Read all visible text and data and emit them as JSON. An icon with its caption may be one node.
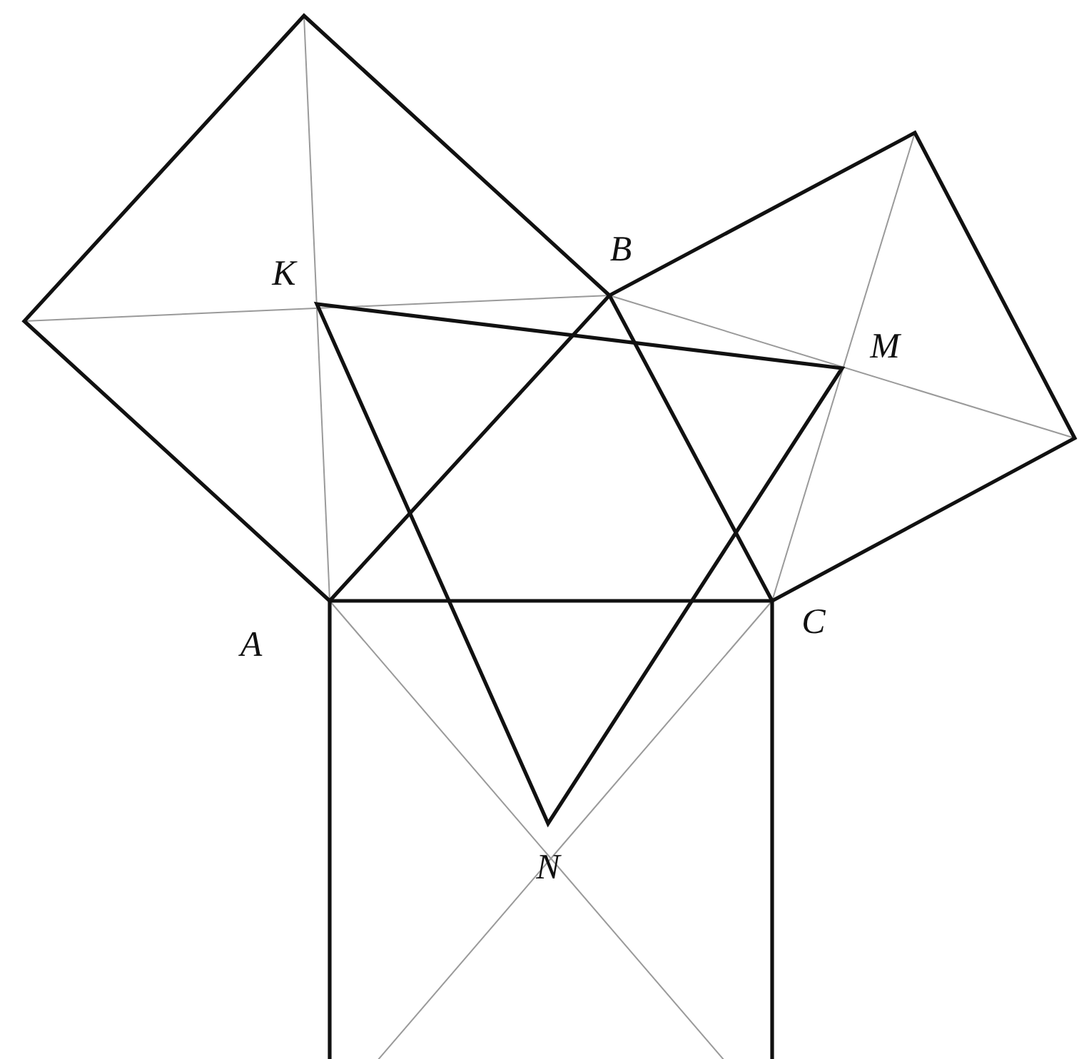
{
  "diagram": {
    "labels": [
      "K",
      "B",
      "M",
      "A",
      "C",
      "N"
    ]
  }
}
